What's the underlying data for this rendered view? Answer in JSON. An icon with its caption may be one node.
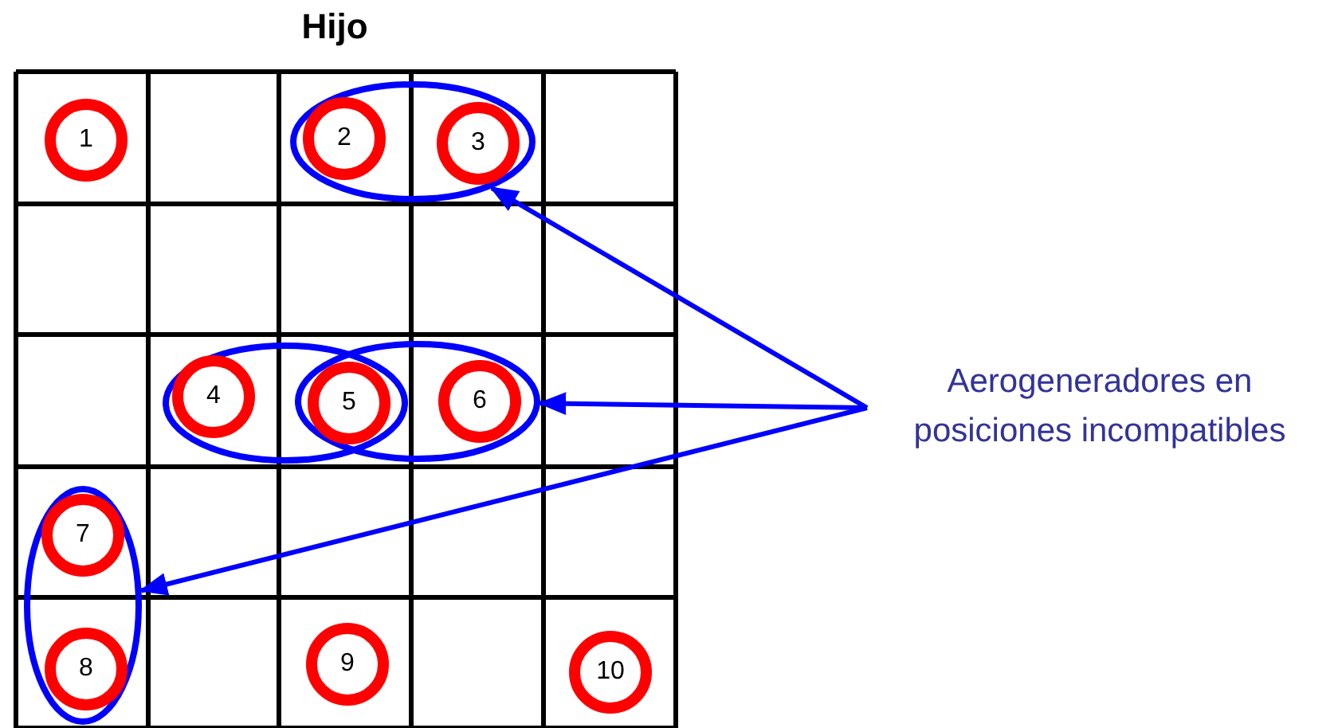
{
  "diagram": {
    "title": "Hijo",
    "nodes": [
      {
        "text": [
          "1"
        ]
      },
      {
        "text": [
          "2"
        ],
        "in": 10
      },
      {
        "text": [
          "3"
        ],
        "in": 10
      },
      {
        "text": [
          "4"
        ],
        "in": 11
      },
      {
        "text": [
          "5"
        ]
      },
      {
        "text": [
          "6"
        ],
        "in": 12
      },
      {
        "text": [
          "7"
        ],
        "in": 13
      },
      {
        "text": [
          "8"
        ],
        "in": 13
      },
      {
        "text": [
          "9"
        ]
      },
      {
        "text": [
          "10"
        ]
      },
      {
        "text": [],
        "shape": "ellipse"
      },
      {
        "text": [],
        "shape": "ellipse"
      },
      {
        "text": [],
        "shape": "ellipse"
      },
      {
        "text": [],
        "shape": "ellipse"
      },
      {
        "text": [
          "Aerogeneradores en posiciones incompatibles"
        ]
      }
    ],
    "edges": [
      {
        "from": 14,
        "to": 10,
        "arrow": "to"
      },
      {
        "from": 14,
        "to": 12,
        "arrow": "to"
      },
      {
        "from": 14,
        "to": 13,
        "arrow": "to"
      }
    ]
  }
}
